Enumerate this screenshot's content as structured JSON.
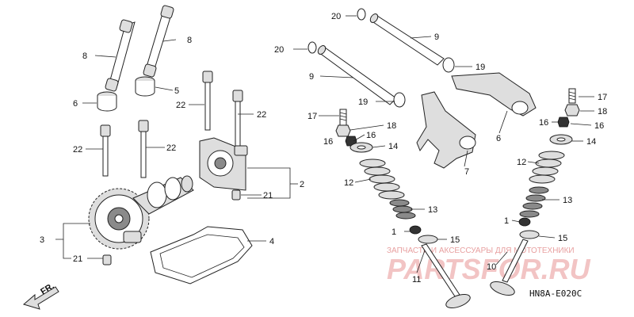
{
  "labels": {
    "n1": "1",
    "n2": "2",
    "n3": "3",
    "n4": "4",
    "n5": "5",
    "n6": "6",
    "n7": "7",
    "n8": "8",
    "n9": "9",
    "n10": "10",
    "n11": "11",
    "n12": "12",
    "n13": "13",
    "n14": "14",
    "n15": "15",
    "n16": "16",
    "n17": "17",
    "n18": "18",
    "n19": "19",
    "n20": "20",
    "n21": "21",
    "n22": "22"
  },
  "diagram_code": "HN8A-E020C",
  "direction_label": "FR.",
  "watermark": {
    "line1": "ЗАПЧАСТИ И АКСЕССУАРЫ ДЛЯ МОТОТЕХНИКИ",
    "line2": "PARTSFOR.RU"
  }
}
